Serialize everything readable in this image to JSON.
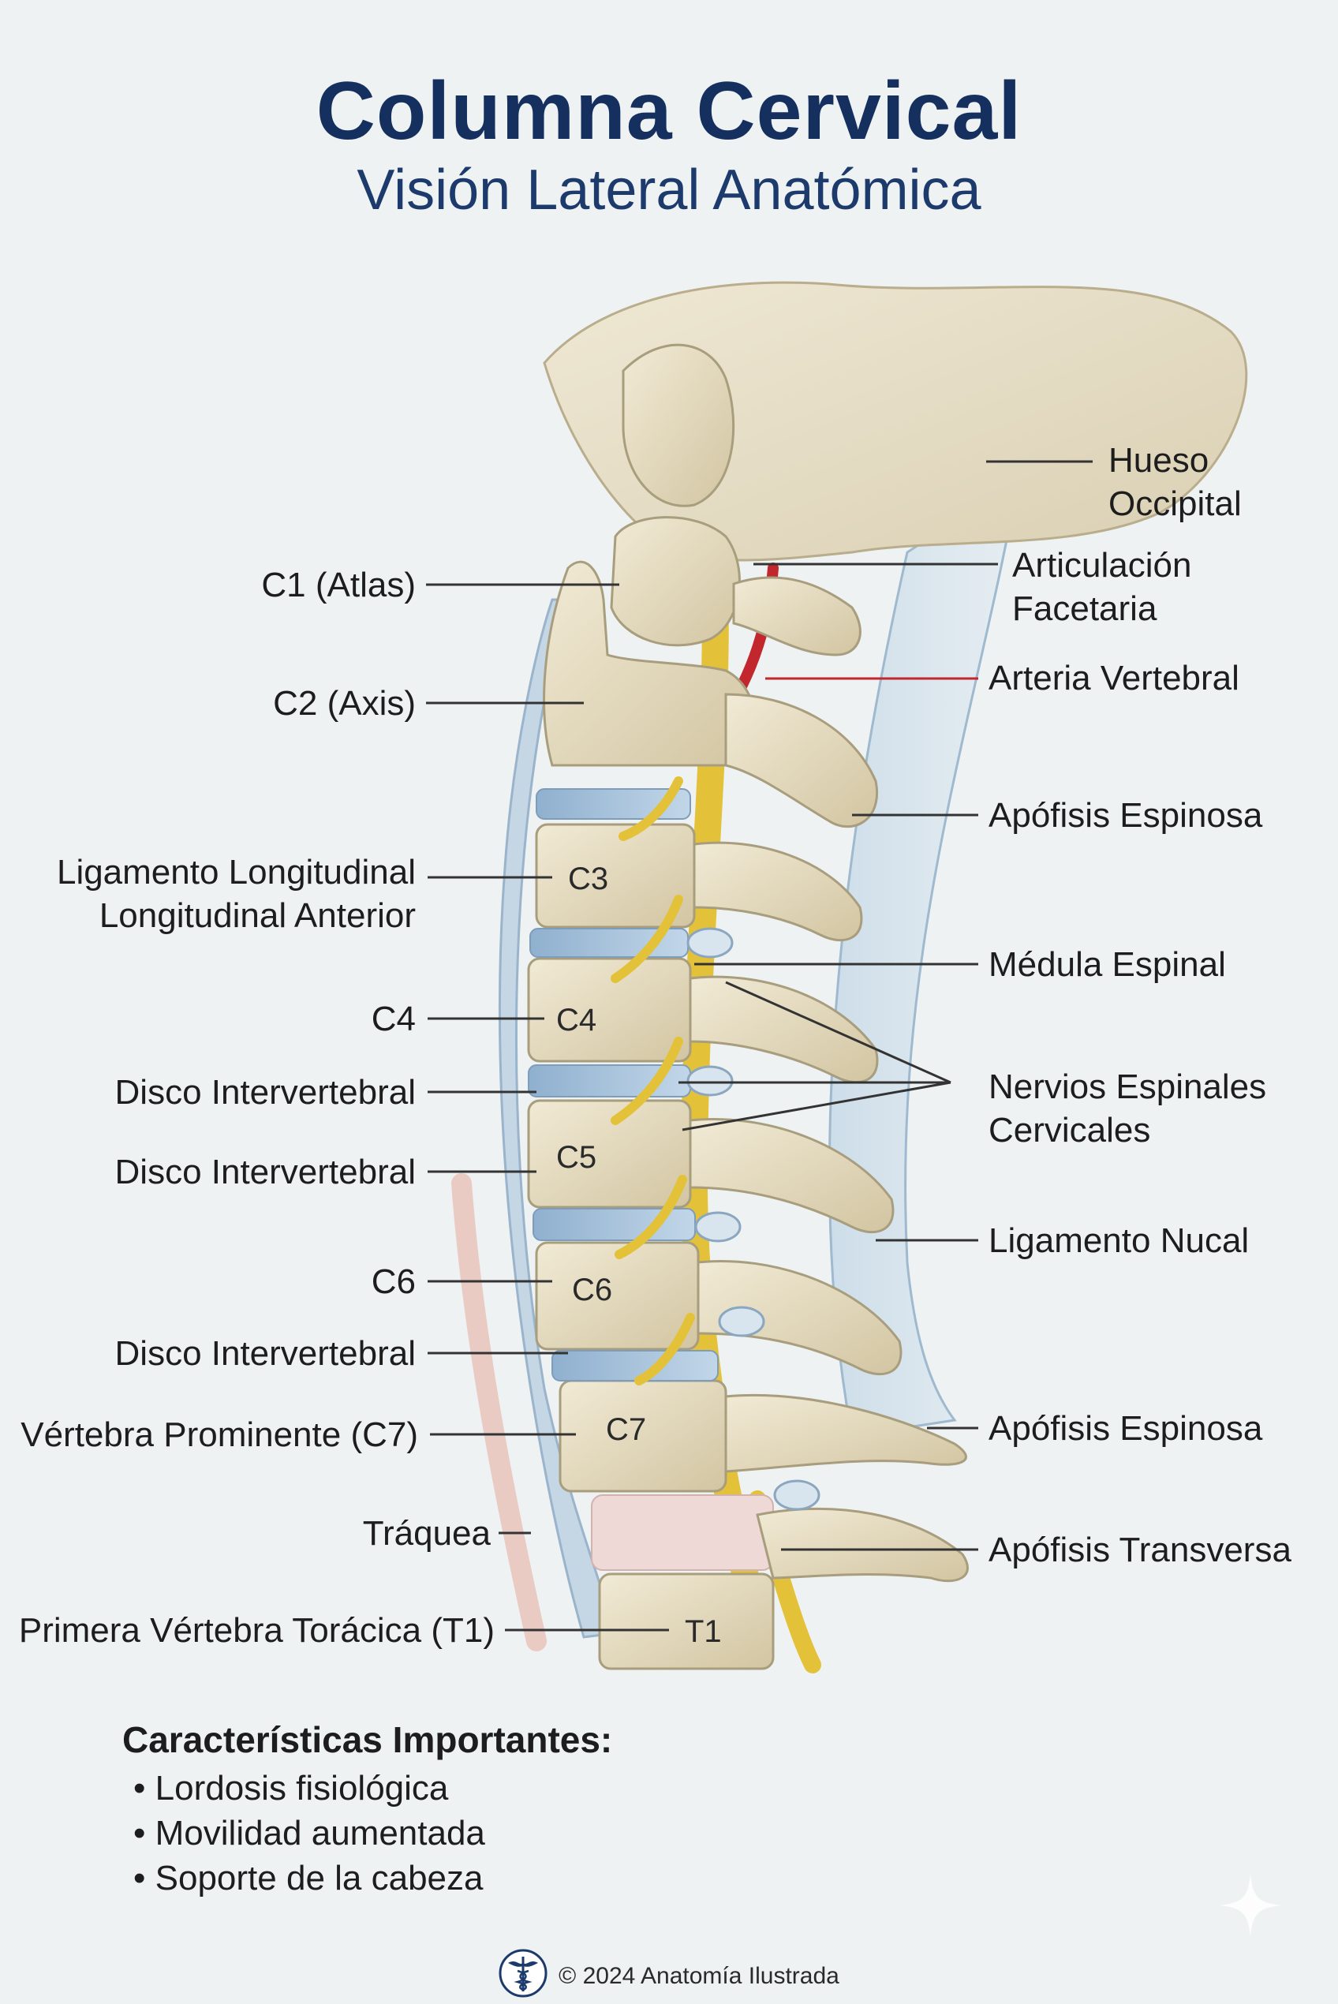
{
  "header": {
    "title": "Columna Cervical",
    "subtitle": "Visión Lateral Anatómica"
  },
  "labels": {
    "left": [
      {
        "id": "c1",
        "text": "C1 (Atlas)"
      },
      {
        "id": "c2",
        "text": "C2 (Axis)"
      },
      {
        "id": "lig_line1",
        "text": "Ligamento Longitudinal"
      },
      {
        "id": "lig_line2",
        "text": "Longitudinal Anterior"
      },
      {
        "id": "c4",
        "text": "C4"
      },
      {
        "id": "disc1",
        "text": "Disco Intervertebral"
      },
      {
        "id": "disc2",
        "text": "Disco Intervertebral"
      },
      {
        "id": "c6",
        "text": "C6"
      },
      {
        "id": "disc3",
        "text": "Disco Intervertebral"
      },
      {
        "id": "c7",
        "text": "Vértebra Prominente (C7)"
      },
      {
        "id": "trachea",
        "text": "Tráquea"
      },
      {
        "id": "t1",
        "text": "Primera Vértebra Torácica (T1)"
      }
    ],
    "right": [
      {
        "id": "occ1",
        "text": "Hueso"
      },
      {
        "id": "occ2",
        "text": "Occipital"
      },
      {
        "id": "fac1",
        "text": "Articulación"
      },
      {
        "id": "fac2",
        "text": "Facetaria"
      },
      {
        "id": "artery",
        "text": "Arteria Vertebral"
      },
      {
        "id": "spin1",
        "text": "Apófisis Espinosa"
      },
      {
        "id": "cord",
        "text": "Médula Espinal"
      },
      {
        "id": "nerv1",
        "text": "Nervios Espinales"
      },
      {
        "id": "nerv2",
        "text": "Cervicales"
      },
      {
        "id": "nucal",
        "text": "Ligamento Nucal"
      },
      {
        "id": "spin2",
        "text": "Apófisis Espinosa"
      },
      {
        "id": "trans",
        "text": "Apófisis Transversa"
      }
    ],
    "vertebrae": [
      "C3",
      "C4",
      "C5",
      "C6",
      "C7",
      "T1"
    ]
  },
  "features": {
    "heading": "Características Importantes:",
    "items": [
      "Lordosis fisiológica",
      "Movilidad aumentada",
      "Soporte de la cabeza"
    ]
  },
  "footer": {
    "copyright": "© 2024 Anatomía Ilustrada",
    "logo_icon": "caduceus-icon"
  },
  "colors": {
    "title": "#15305f",
    "bone": "#e5dcc2",
    "disc": "#a9c1d9",
    "nerve": "#e3c23a",
    "artery": "#c1272d"
  }
}
